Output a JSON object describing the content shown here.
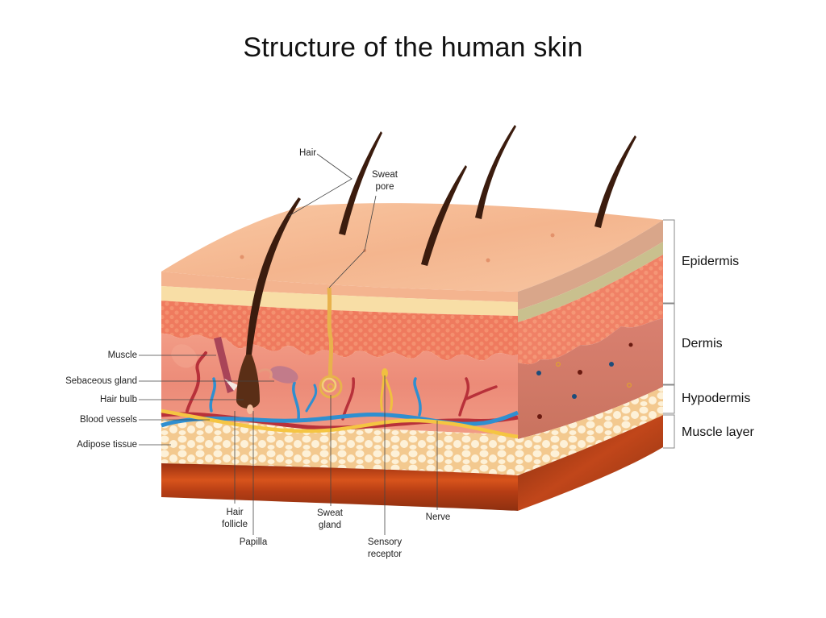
{
  "title": "Structure of the human skin",
  "labels": {
    "hair": "Hair",
    "sweat_pore": [
      "Sweat",
      "pore"
    ],
    "muscle": "Muscle",
    "sebaceous_gland": "Sebaceous gland",
    "hair_bulb": "Hair bulb",
    "blood_vessels": "Blood vessels",
    "adipose_tissue": "Adipose tissue",
    "hair_follicle": [
      "Hair",
      "follicle"
    ],
    "papilla": "Papilla",
    "sweat_gland": [
      "Sweat",
      "gland"
    ],
    "sensory_receptor": [
      "Sensory",
      "receptor"
    ],
    "nerve": "Nerve"
  },
  "layers": [
    {
      "name": "Epidermis"
    },
    {
      "name": "Dermis"
    },
    {
      "name": "Hypodermis"
    },
    {
      "name": "Muscle layer"
    }
  ],
  "colors": {
    "surface": "#f6c09a",
    "epidermis_band": "#f7dca0",
    "dermis_cells": "#ef7a5e",
    "dermis": "#ee9580",
    "adipose": "#fbe6bf",
    "muscle": "#b8441a",
    "hair": "#3b1c0e",
    "vein": "#2f8fd0",
    "artery": "#c0312f",
    "nerve": "#f5c542"
  }
}
